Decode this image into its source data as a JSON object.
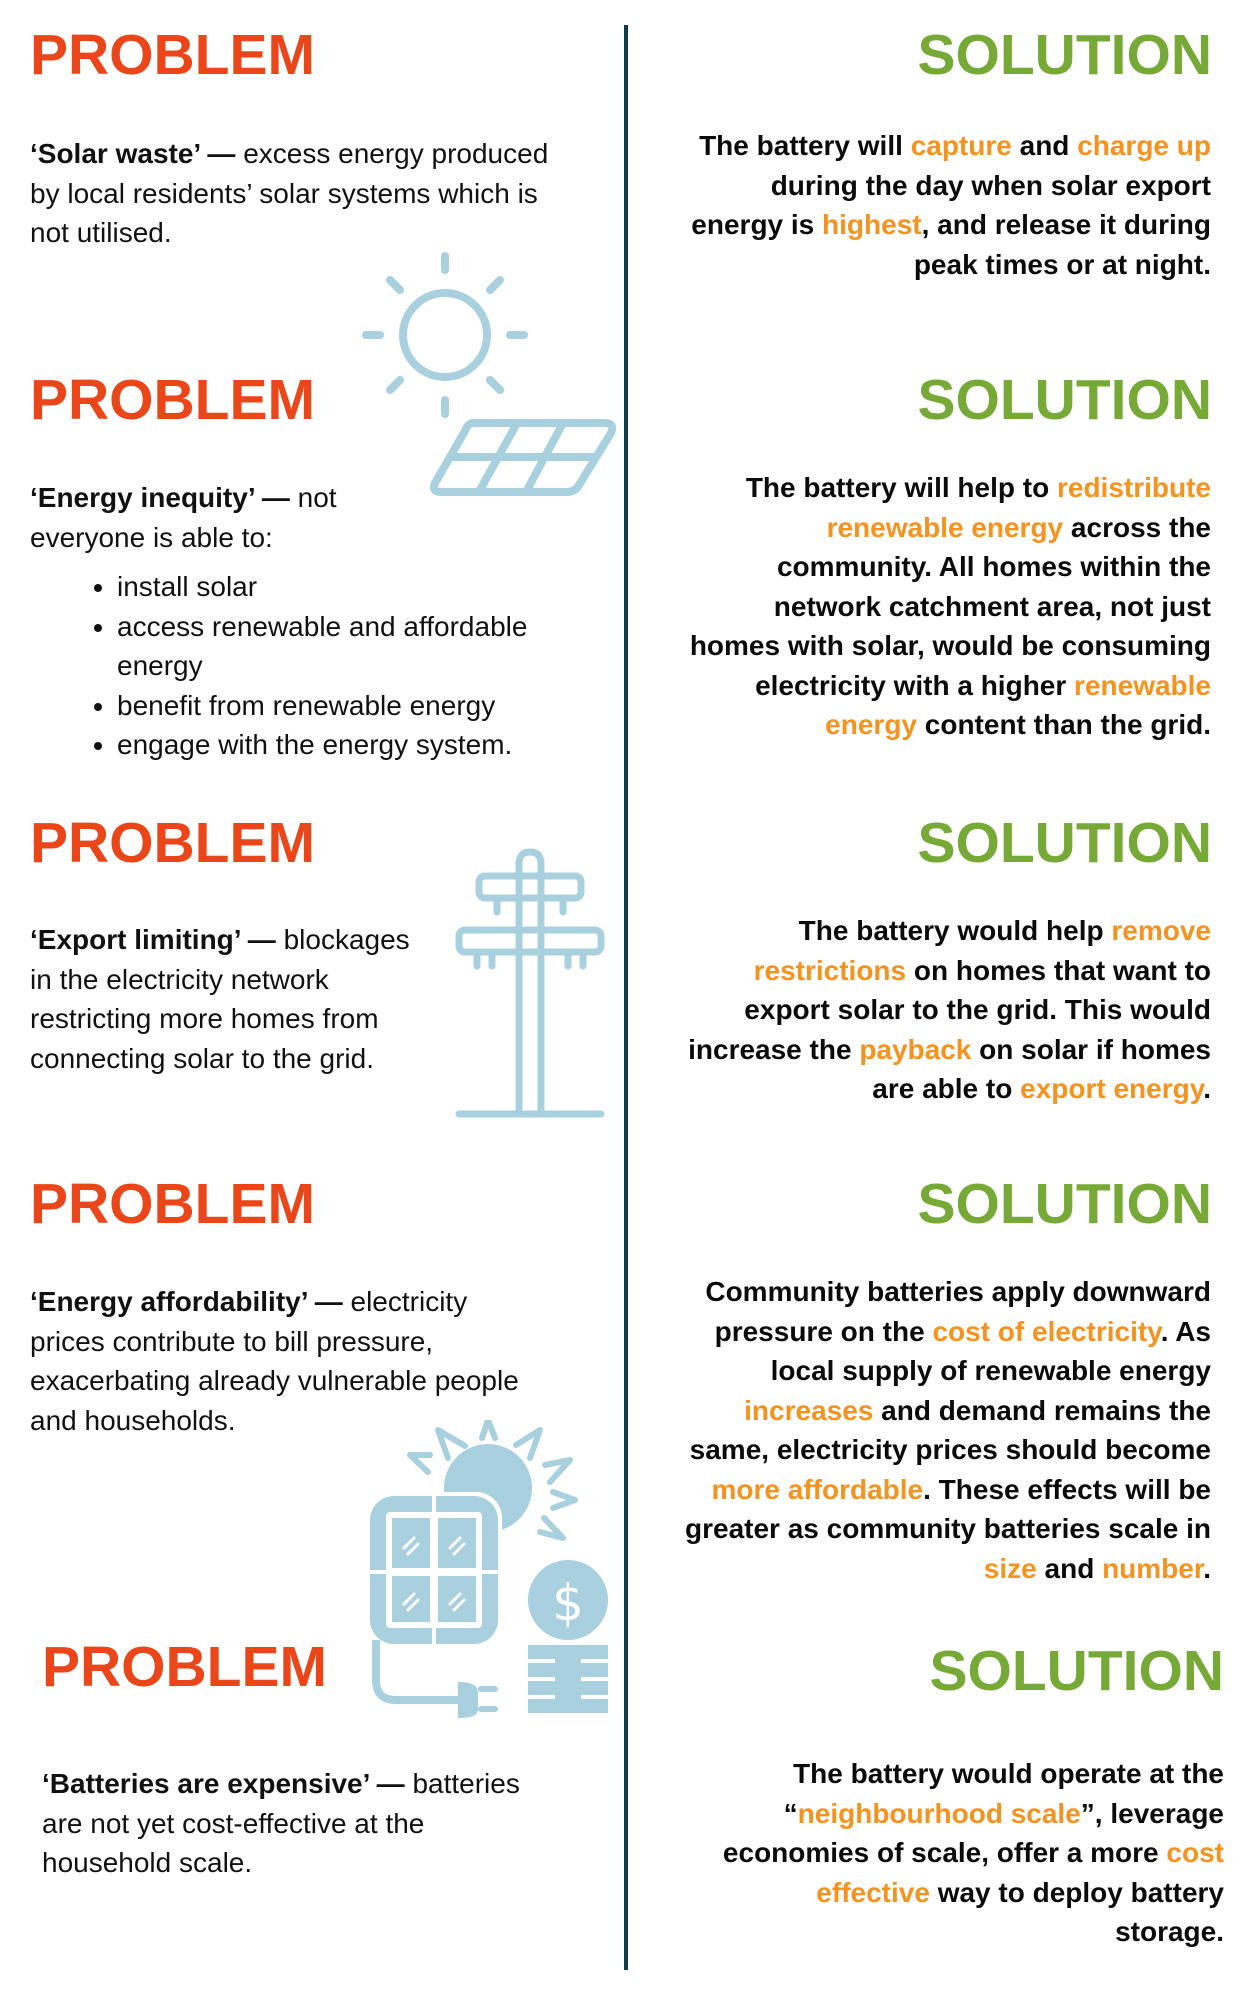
{
  "colors": {
    "problem": "#ea4619",
    "solution": "#76a935",
    "highlight": "#f6921e",
    "icon": "#a8d0de",
    "divider": "#0f3d44"
  },
  "sections": [
    {
      "problem": {
        "heading": "PROBLEM",
        "term": "‘Solar waste’ —",
        "text_lines": [
          "excess energy produced",
          "by local residents’ solar systems which is",
          "not utilised."
        ]
      },
      "solution": {
        "heading": "SOLUTION",
        "segments": [
          {
            "text": "The battery will ",
            "hl": false
          },
          {
            "text": "capture",
            "hl": true
          },
          {
            "text": " and ",
            "hl": false
          },
          {
            "text": "charge up",
            "hl": true
          },
          {
            "text": " during the day when solar export energy is ",
            "hl": false
          },
          {
            "text": "highest",
            "hl": true
          },
          {
            "text": ", and release it during peak times or at night.",
            "hl": false
          }
        ]
      },
      "icon": "sun-and-solar-panel-icon"
    },
    {
      "problem": {
        "heading": "PROBLEM",
        "term": "‘Energy inequity’ —",
        "text_lines": [
          "not",
          "everyone is able to:"
        ],
        "bullets": [
          "install solar",
          "access renewable and affordable energy",
          "benefit from renewable energy",
          "engage with the energy system."
        ]
      },
      "solution": {
        "heading": "SOLUTION",
        "segments": [
          {
            "text": "The battery will help to ",
            "hl": false
          },
          {
            "text": "redistribute renewable energy",
            "hl": true
          },
          {
            "text": " across the community. All homes within the network catchment area, not just homes with solar, would be consuming electricity with a higher ",
            "hl": false
          },
          {
            "text": "renewable energy",
            "hl": true
          },
          {
            "text": " content than the grid.",
            "hl": false
          }
        ]
      }
    },
    {
      "problem": {
        "heading": "PROBLEM",
        "term": "‘Export limiting’ —",
        "text_lines": [
          "blockages",
          "in the electricity network",
          "restricting more homes from",
          "connecting solar to the grid."
        ]
      },
      "solution": {
        "heading": "SOLUTION",
        "segments": [
          {
            "text": "The battery would help ",
            "hl": false
          },
          {
            "text": "remove restrictions",
            "hl": true
          },
          {
            "text": " on homes that want to export solar to the grid. This would increase the ",
            "hl": false
          },
          {
            "text": "payback",
            "hl": true
          },
          {
            "text": " on solar if homes are able to ",
            "hl": false
          },
          {
            "text": "export energy",
            "hl": true
          },
          {
            "text": ".",
            "hl": false
          }
        ]
      },
      "icon": "power-pole-icon"
    },
    {
      "problem": {
        "heading": "PROBLEM",
        "term": "‘Energy affordability’ —",
        "text_lines": [
          "electricity",
          "prices contribute to bill pressure,",
          "exacerbating already vulnerable people",
          "and households."
        ]
      },
      "solution": {
        "heading": "SOLUTION",
        "segments": [
          {
            "text": "Community batteries apply downward pressure on the ",
            "hl": false
          },
          {
            "text": "cost of electricity",
            "hl": true
          },
          {
            "text": ". As local supply of renewable energy ",
            "hl": false
          },
          {
            "text": "increases",
            "hl": true
          },
          {
            "text": " and demand remains the same, electricity prices should become ",
            "hl": false
          },
          {
            "text": "more affordable",
            "hl": true
          },
          {
            "text": ". These effects will be greater as community batteries scale in ",
            "hl": false
          },
          {
            "text": "size",
            "hl": true
          },
          {
            "text": " and ",
            "hl": false
          },
          {
            "text": "number",
            "hl": true
          },
          {
            "text": ".",
            "hl": false
          }
        ]
      },
      "icon": "solar-panel-plug-coins-icon"
    },
    {
      "problem": {
        "heading": "PROBLEM",
        "term": "‘Batteries are expensive’ —",
        "text_lines": [
          "batteries",
          "are not yet cost-effective at the",
          "household scale."
        ]
      },
      "solution": {
        "heading": "SOLUTION",
        "segments": [
          {
            "text": "The battery would operate at the “",
            "hl": false
          },
          {
            "text": "neighbourhood scale",
            "hl": true
          },
          {
            "text": "”, leverage economies of scale, offer a more ",
            "hl": false
          },
          {
            "text": "cost effective",
            "hl": true
          },
          {
            "text": " way to deploy battery storage.",
            "hl": false
          }
        ]
      }
    }
  ]
}
